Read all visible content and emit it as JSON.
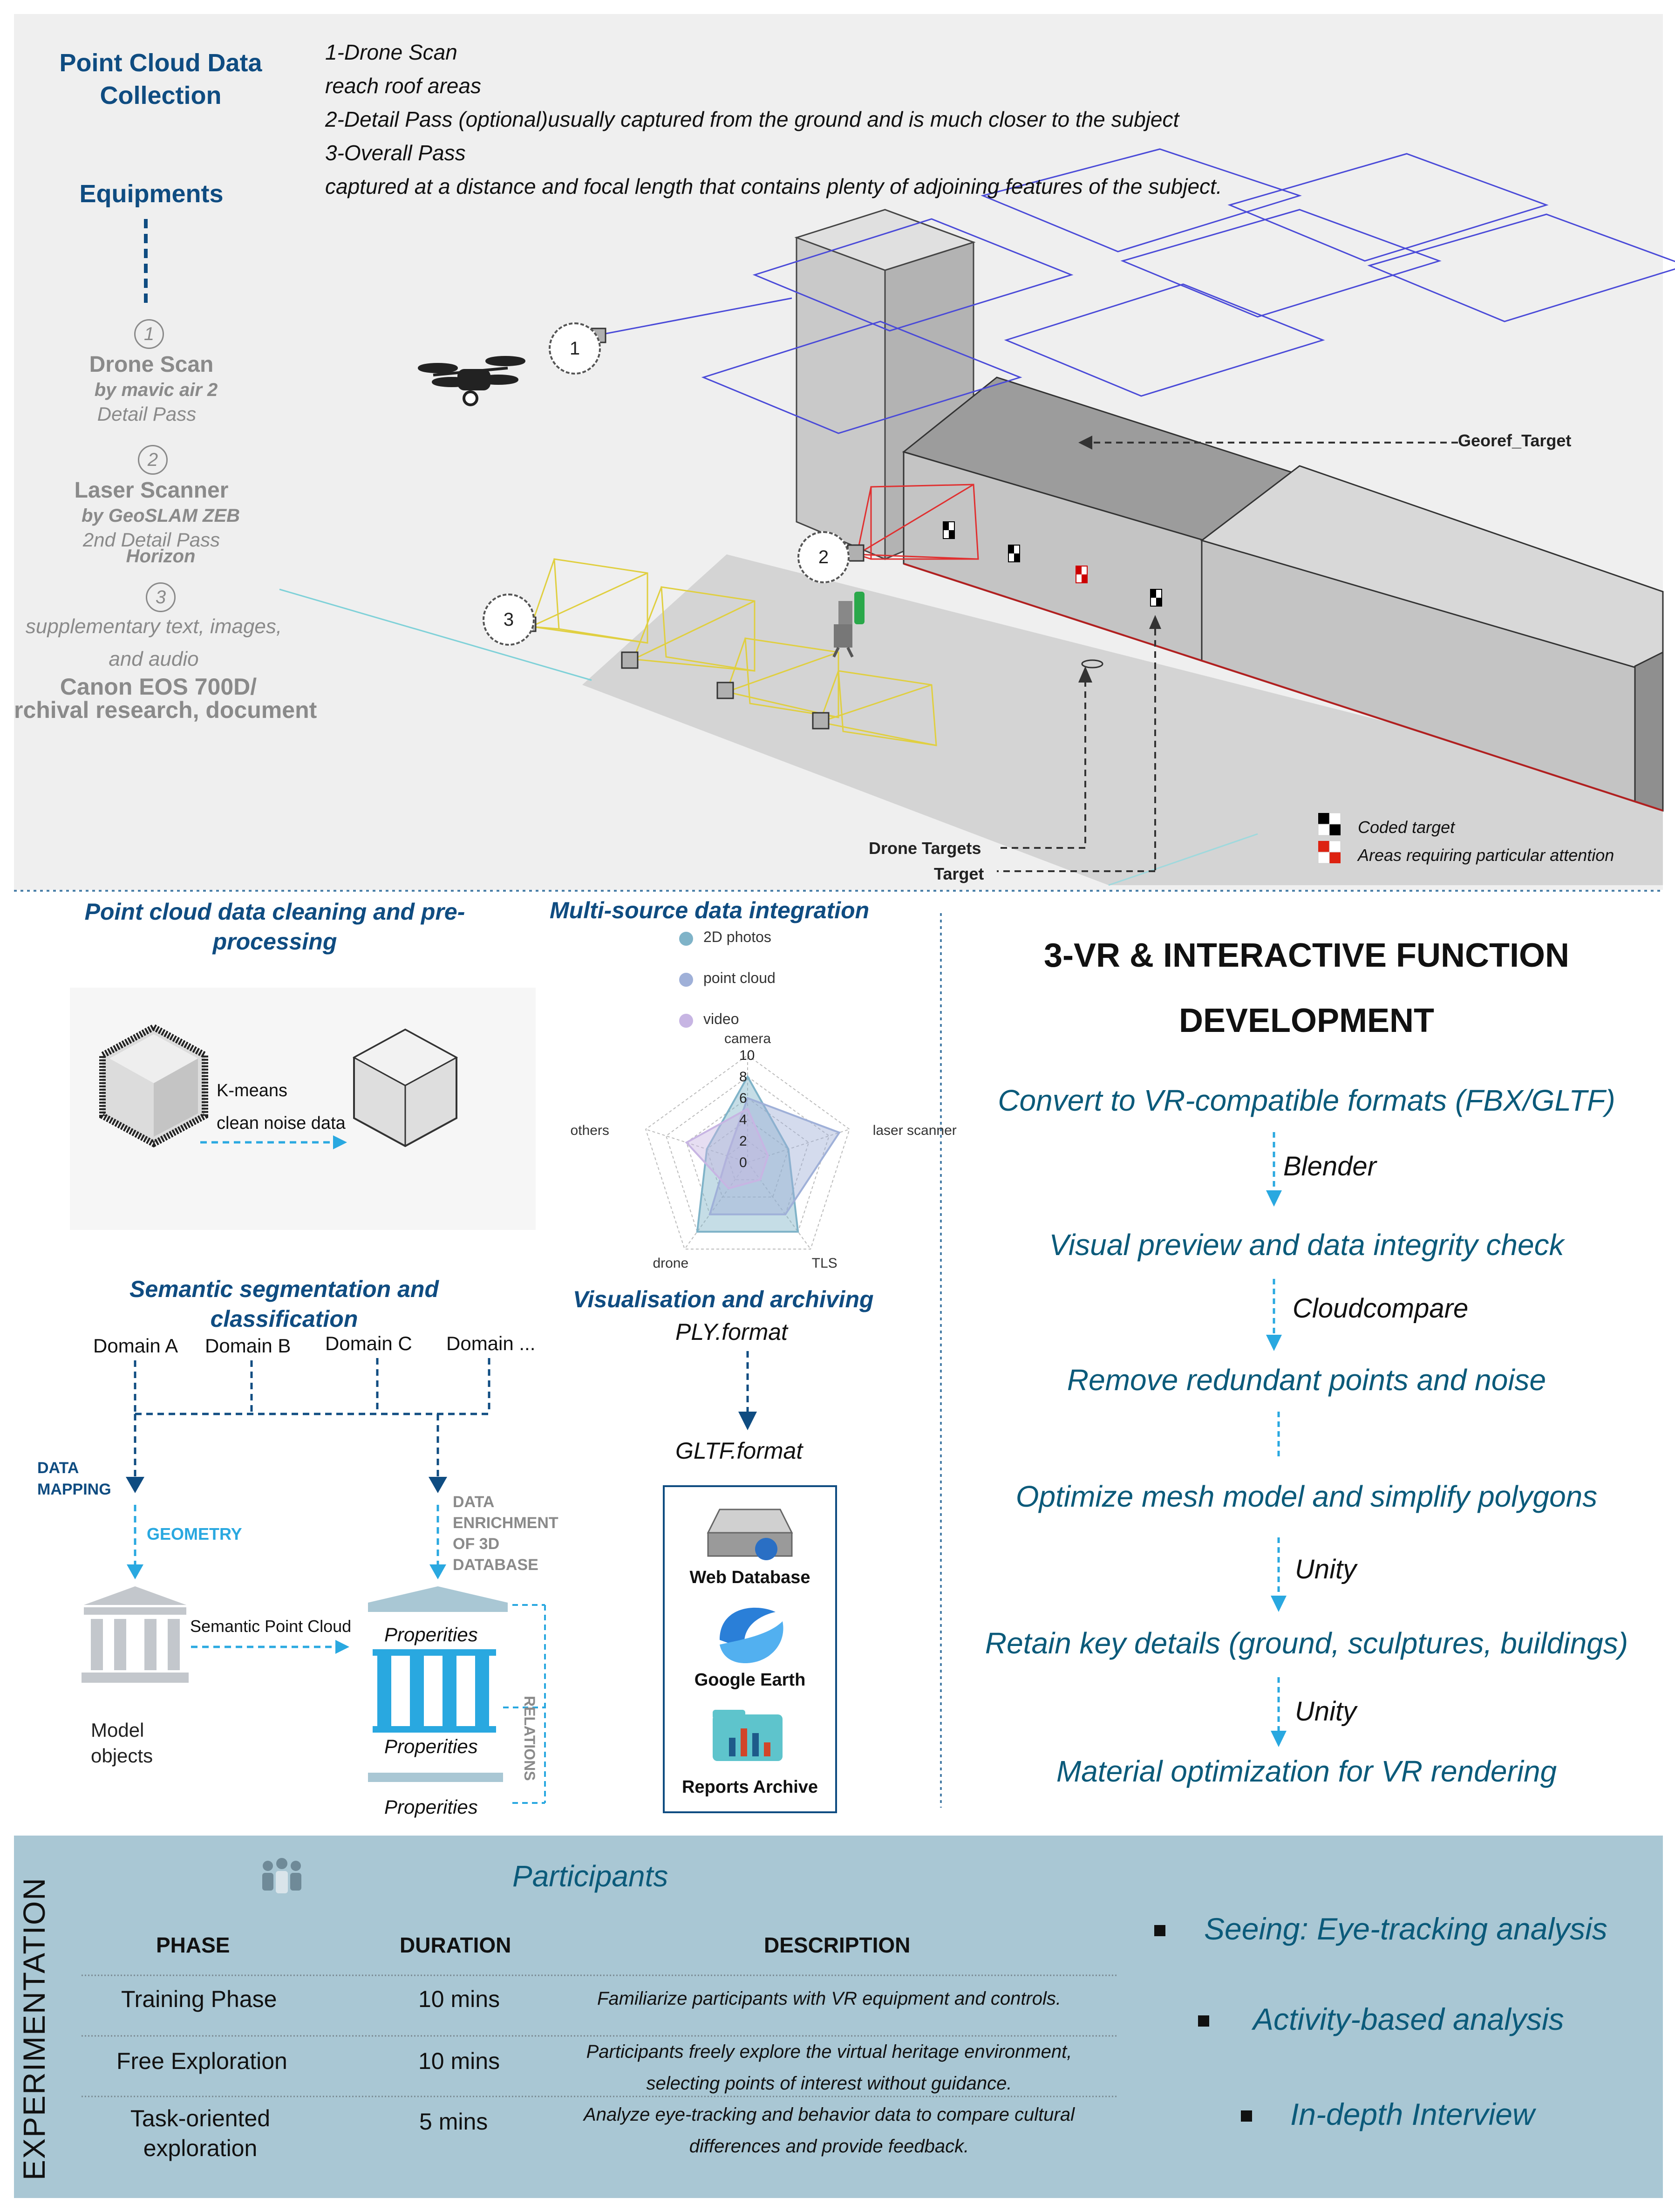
{
  "collection": {
    "title": "Point Cloud Data Collection",
    "steps": [
      "1-Drone Scan",
      "reach roof areas",
      "2-Detail Pass (optional)usually captured from the ground and is much closer to the subject",
      "3-Overall Pass",
      "captured at a distance and focal length that contains plenty of adjoining features of the subject."
    ],
    "equipments_title": "Equipments",
    "items": [
      {
        "num": "1",
        "name": "Drone Scan",
        "by": "by mavic air 2",
        "pass": "Detail Pass"
      },
      {
        "num": "2",
        "name": "Laser Scanner",
        "by": "by GeoSLAM ZEB",
        "pass": "2nd Detail Pass",
        "extra": "Horizon"
      },
      {
        "num": "3",
        "line1": "supplementary text, images,",
        "line2": "and audio",
        "line3": "Canon EOS 700D/",
        "line4": "rchival research, document"
      }
    ],
    "scene": {
      "georef": "Georef_Target",
      "drone_targets": "Drone Targets",
      "target": "Target",
      "legend_coded": "Coded target",
      "legend_attention": "Areas requiring particular attention",
      "markers": [
        "1",
        "2",
        "3"
      ]
    }
  },
  "cleaning": {
    "title_line1": "Point cloud data cleaning and pre-",
    "title_line2": "processing",
    "kmeans": "K-means",
    "clean": "clean noise data"
  },
  "integration": {
    "title": "Multi-source data integration",
    "legend": [
      {
        "label": "2D photos",
        "color": "#7fb3c8"
      },
      {
        "label": "point cloud",
        "color": "#9fb0d8"
      },
      {
        "label": "video",
        "color": "#c7b5e3"
      }
    ],
    "chart_data": {
      "type": "radar",
      "axes": [
        "camera",
        "laser scanner",
        "TLS",
        "drone",
        "others"
      ],
      "ticks": [
        "10",
        "8",
        "6",
        "4",
        "2",
        "0"
      ],
      "range": [
        0,
        10
      ],
      "series": [
        {
          "name": "2D photos",
          "values": [
            8,
            4,
            8,
            8,
            4
          ],
          "color": "#7fb3c8"
        },
        {
          "name": "point cloud",
          "values": [
            6,
            9,
            6,
            6,
            2
          ],
          "color": "#9fb0d8"
        },
        {
          "name": "video",
          "values": [
            5,
            2,
            2,
            3,
            6
          ],
          "color": "#c7b5e3"
        }
      ]
    }
  },
  "segmentation": {
    "title_line1": "Semantic segmentation and",
    "title_line2": "classification",
    "domains": [
      "Domain A",
      "Domain B",
      "Domain C",
      "Domain ..."
    ],
    "data_mapping_1": "DATA",
    "data_mapping_2": "MAPPING",
    "geometry": "GEOMETRY",
    "enrich": [
      "DATA",
      "ENRICHMENT",
      "OF 3D",
      "DATABASE"
    ],
    "semantic_pc": "Semantic Point Cloud",
    "model_objects_1": "Model",
    "model_objects_2": "objects",
    "properties": [
      "Properities",
      "Properities",
      "Properities"
    ],
    "relations": "RELATIONS"
  },
  "visualisation": {
    "title": "Visualisation and archiving",
    "ply": "PLY.format",
    "gltf": "GLTF.format",
    "items": [
      "Web Database",
      "Google Earth",
      "Reports Archive"
    ]
  },
  "vr": {
    "title_line1": "3-VR & INTERACTIVE FUNCTION",
    "title_line2": "DEVELOPMENT",
    "steps": [
      "Convert to VR-compatible formats (FBX/GLTF)",
      "Visual preview and data integrity check",
      "Remove redundant points and noise",
      "Optimize mesh model and simplify polygons",
      "Retain key details (ground, sculptures, buildings)",
      "Material optimization for VR rendering"
    ],
    "tools": [
      "Blender",
      "Cloudcompare",
      "Unity",
      "Unity"
    ]
  },
  "experiment": {
    "side_label": "EXPERIMENTATION",
    "participants": "Participants",
    "headers": [
      "PHASE",
      "DURATION",
      "DESCRIPTION"
    ],
    "rows": [
      {
        "phase": "Training Phase",
        "duration": "10 mins",
        "desc": "Familiarize participants with VR equipment and controls."
      },
      {
        "phase": "Free Exploration",
        "duration": "10 mins",
        "desc": "Participants freely explore the virtual heritage environment, selecting points of interest without guidance."
      },
      {
        "phase": "Task-oriented exploration",
        "duration": "5 mins",
        "desc": "Analyze eye-tracking and behavior data to compare cultural differences and provide feedback."
      }
    ],
    "analyses": [
      "Seeing: Eye-tracking analysis",
      "Activity-based analysis",
      "In-depth Interview"
    ]
  },
  "colors": {
    "accent_blue": "#0f4c81",
    "teal_text": "#0b5a7a",
    "light_blue": "#29a8e0",
    "panel_bg": "#a9c7d4",
    "scene_bg": "#efefef"
  }
}
